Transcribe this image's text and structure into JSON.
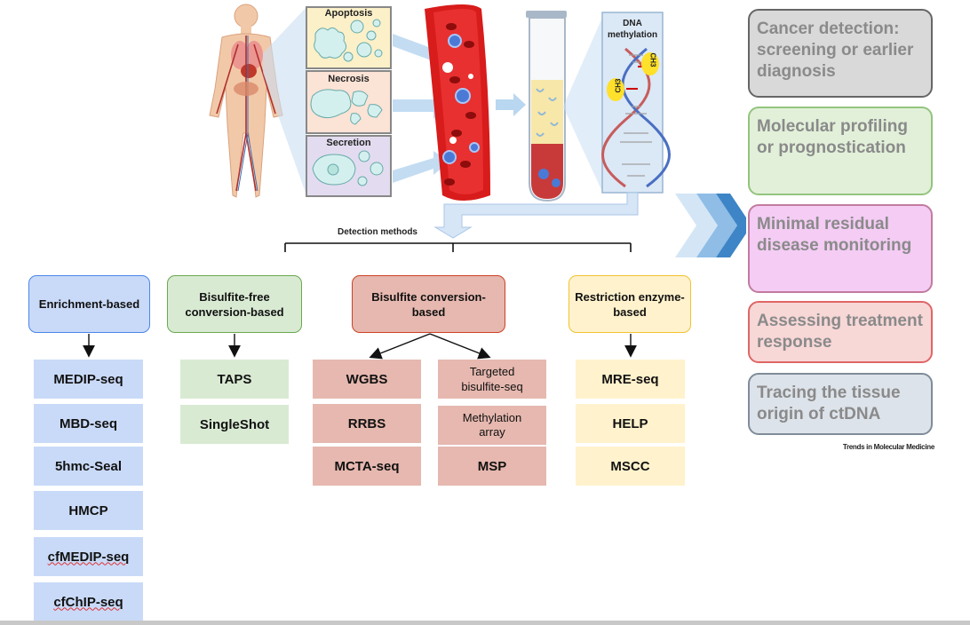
{
  "top": {
    "panel_labels": {
      "apoptosis": "Apoptosis",
      "necrosis": "Necrosis",
      "secretion": "Secretion"
    },
    "dna_label": "DNA methylation",
    "ch3_label": "CH3",
    "detection_label": "Detection methods"
  },
  "methods": [
    {
      "label": "Enrichment-based",
      "color": "#c9daf8",
      "border": "#4a86e8",
      "techniques": [
        "MEDIP-seq",
        "MBD-seq",
        "5hmc-Seal",
        "HMCP",
        "cfMEDIP-seq",
        "cfChIP-seq"
      ]
    },
    {
      "label": "Bisulfite-free conversion-based",
      "color": "#d9ead3",
      "border": "#6aa84f",
      "techniques": [
        "TAPS",
        "SingleShot"
      ]
    },
    {
      "label": "Bisulfite conversion-based",
      "color": "#e6b8af",
      "border": "#cc4125",
      "techniques": [
        "WGBS",
        "RRBS",
        "MCTA-seq",
        "Targeted bisulfite-seq",
        "Methylation array",
        "MSP"
      ]
    },
    {
      "label": "Restriction enzyme-based",
      "color": "#fff2cc",
      "border": "#f1c232",
      "techniques": [
        "MRE-seq",
        "HELP",
        "MSCC"
      ]
    }
  ],
  "applications": [
    {
      "label": "Cancer detection: screening or earlier diagnosis",
      "fill": "#d9d9d9",
      "border": "#666666",
      "text": "#8a8a8a"
    },
    {
      "label": "Molecular profiling or prognostication",
      "fill": "#e2f0d9",
      "border": "#93c47d",
      "text": "#8a8a8a"
    },
    {
      "label": "Minimal residual disease monitoring",
      "fill": "#f4ccf4",
      "border": "#c27ba0",
      "text": "#8a8a8a"
    },
    {
      "label": "Assessing treatment response",
      "fill": "#f8d7d7",
      "border": "#e06666",
      "text": "#8a8a8a"
    },
    {
      "label": "Tracing the tissue origin of ctDNA",
      "fill": "#dde3ea",
      "border": "#7f8c99",
      "text": "#8a8a8a"
    }
  ],
  "credit": "Trends in Molecular Medicine"
}
